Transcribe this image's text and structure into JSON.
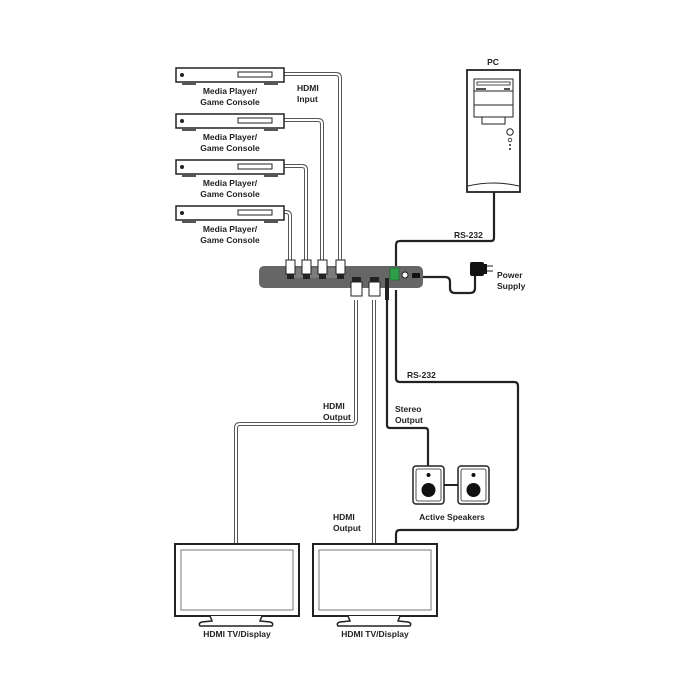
{
  "diagram": {
    "title": "HDMI Matrix Connection Diagram",
    "sources": [
      {
        "label_line1": "Media Player/",
        "label_line2": "Game Console"
      },
      {
        "label_line1": "Media Player/",
        "label_line2": "Game Console"
      },
      {
        "label_line1": "Media Player/",
        "label_line2": "Game Console"
      },
      {
        "label_line1": "Media Player/",
        "label_line2": "Game Console"
      }
    ],
    "hdmi_input_label": {
      "line1": "HDMI",
      "line2": "Input"
    },
    "pc_label": "PC",
    "rs232_top_label": "RS-232",
    "power_supply_label": {
      "line1": "Power",
      "line2": "Supply"
    },
    "rs232_bottom_label": "RS-232",
    "stereo_output_label": {
      "line1": "Stereo",
      "line2": "Output"
    },
    "speakers_label": "Active Speakers",
    "hdmi_output_left_label": {
      "line1": "HDMI",
      "line2": "Output"
    },
    "hdmi_output_right_label": {
      "line1": "HDMI",
      "line2": "Output"
    },
    "displays": [
      {
        "label": "HDMI TV/Display"
      },
      {
        "label": "HDMI TV/Display"
      }
    ],
    "colors": {
      "device_body": "#666666",
      "terminal_green": "#2e9e4a",
      "cable_gray": "#555555",
      "line_black": "#222222"
    }
  }
}
